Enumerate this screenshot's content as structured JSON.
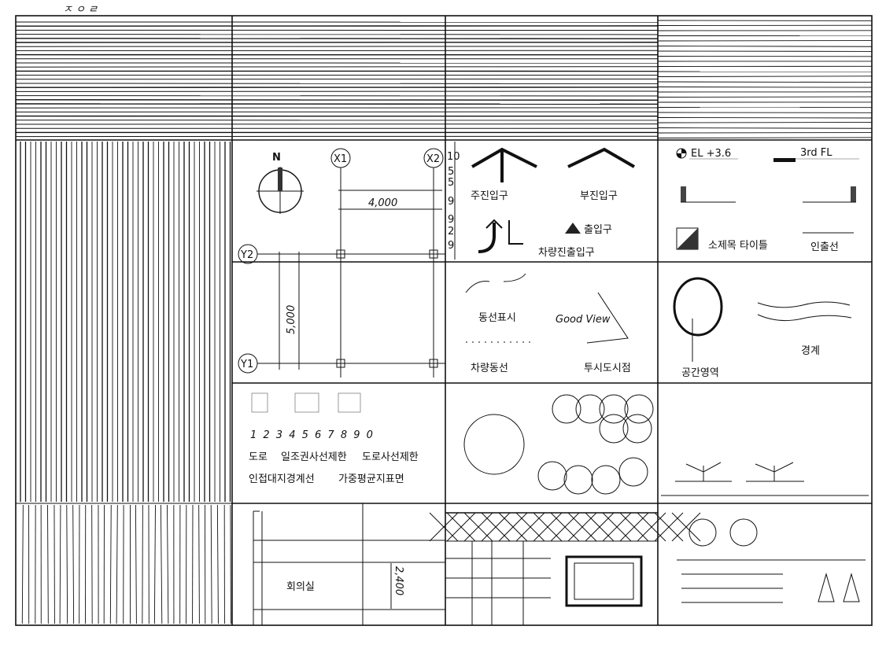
{
  "header": {
    "scribble": "ㅈ ㅇ ㄹ"
  },
  "symbols": {
    "north": "N",
    "grid_x1": "X1",
    "grid_x2": "X2",
    "grid_y1": "Y1",
    "grid_y2": "Y2",
    "dim_horizontal": "4,000",
    "dim_vertical": "5,000",
    "letter_heights": [
      "10",
      "5",
      "5",
      "9",
      "9",
      "2",
      "9"
    ]
  },
  "entrances": {
    "main_entrance": "주진입구",
    "sub_entrance": "부진입구",
    "entrance": "출입구",
    "vehicle_entrance": "차량진출입구"
  },
  "levels": {
    "elevation": "EL +3.6",
    "floor": "3rd FL",
    "subtitle": "소제목 타이틀",
    "leader_line": "인출선"
  },
  "circulation": {
    "pedestrian": "동선표시",
    "good_view": "Good View",
    "vehicle": "차량동선",
    "perspective_point": "투시도시점"
  },
  "zones": {
    "space_area": "공간영역",
    "boundary": "경계"
  },
  "lettering": {
    "numbers": "1 2 3 4 5 6 7 8 9 0",
    "row1": [
      "도로",
      "일조권사선제한",
      "도로사선제한"
    ],
    "row2": [
      "인접대지경계선",
      "가중평균지표면"
    ]
  },
  "plan": {
    "room": "회의실",
    "dimension": "2,400"
  }
}
